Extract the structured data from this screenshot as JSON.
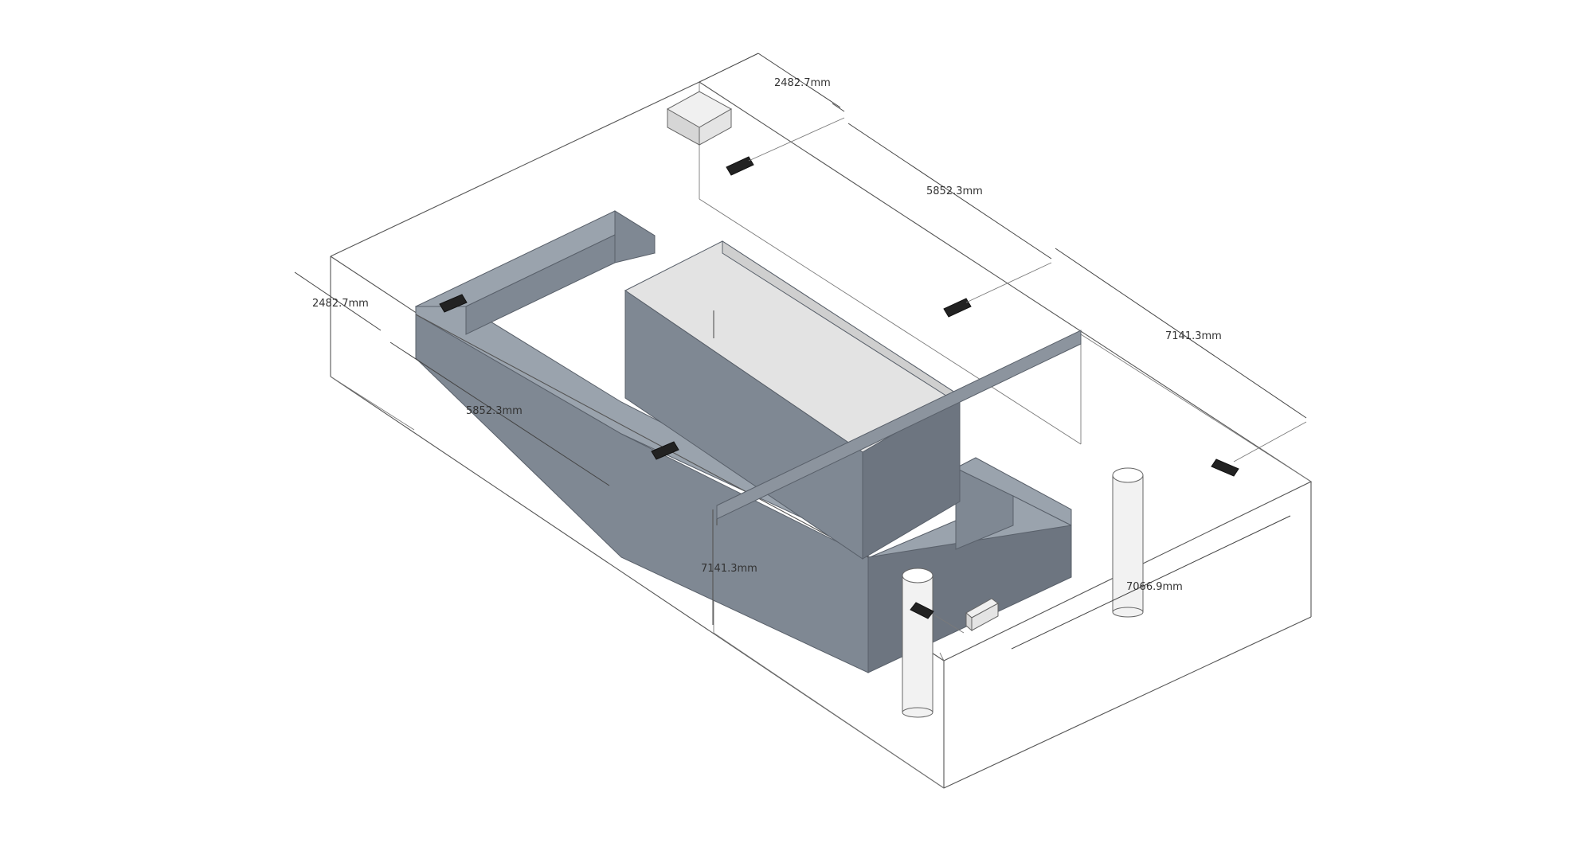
{
  "dimensions": {
    "top_short": "2482.7mm",
    "top_long_a": "5852.3mm",
    "top_long_b": "7141.3mm",
    "left_side": "2482.7mm",
    "front_a": "5852.3mm",
    "front_b": "7141.3mm",
    "front_c": "7066.9mm"
  },
  "colors": {
    "background": "#ffffff",
    "wireframe": "#555555",
    "counter_top": "#9aa3ad",
    "counter_side": "#7f8893",
    "counter_dark": "#6d7580",
    "island_top": "#e3e3e3",
    "island_inner": "#cfcfcf",
    "sensor": "#222222",
    "column": "#f2f2f2",
    "box": "#e8e8e8"
  },
  "icons": [
    "sensor-icon",
    "camera-box-icon",
    "column-icon"
  ]
}
